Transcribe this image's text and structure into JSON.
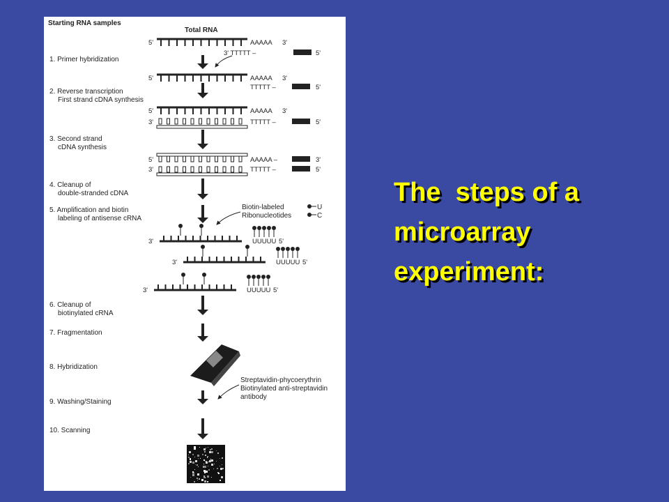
{
  "slide": {
    "title_lines": [
      "The  steps of a",
      "microarray",
      "experiment:"
    ]
  },
  "figure": {
    "header": "Starting RNA samples",
    "total_rna": "Total RNA",
    "steps": [
      "1. Primer hybridization",
      "2. Reverse transcription",
      "First strand cDNA synthesis",
      "3. Second strand",
      "cDNA synthesis",
      "4. Cleanup of",
      "double-stranded cDNA",
      "5. Amplification and biotin",
      "labeling of antisense cRNA",
      "6. Cleanup of",
      "biotinylated cRNA",
      "7. Fragmentation",
      "8. Hybridization",
      "9. Washing/Staining",
      "10. Scanning"
    ],
    "seq": {
      "five": "5'",
      "three": "3'",
      "polyA": "AAAAA",
      "polyA_dash": "AAAAA –",
      "polyT_dash": "TTTTT –",
      "polyT_pre": "3'  TTTTT –",
      "polyU": "UUUUU",
      "end3": "3'",
      "end5": "5'"
    },
    "annotations": {
      "biotin_line1": "Biotin-labeled",
      "biotin_line2": "Ribonucleotides",
      "legend_u": "U",
      "legend_c": "C",
      "strep_line1": "Streptavidin-phycoerythrin",
      "strep_line2": "Biotinylated anti-streptavidin",
      "strep_line3": "antibody"
    }
  },
  "colors": {
    "background": "#3a4aa3",
    "title": "#ffff00",
    "figure_bg": "#ffffff"
  }
}
